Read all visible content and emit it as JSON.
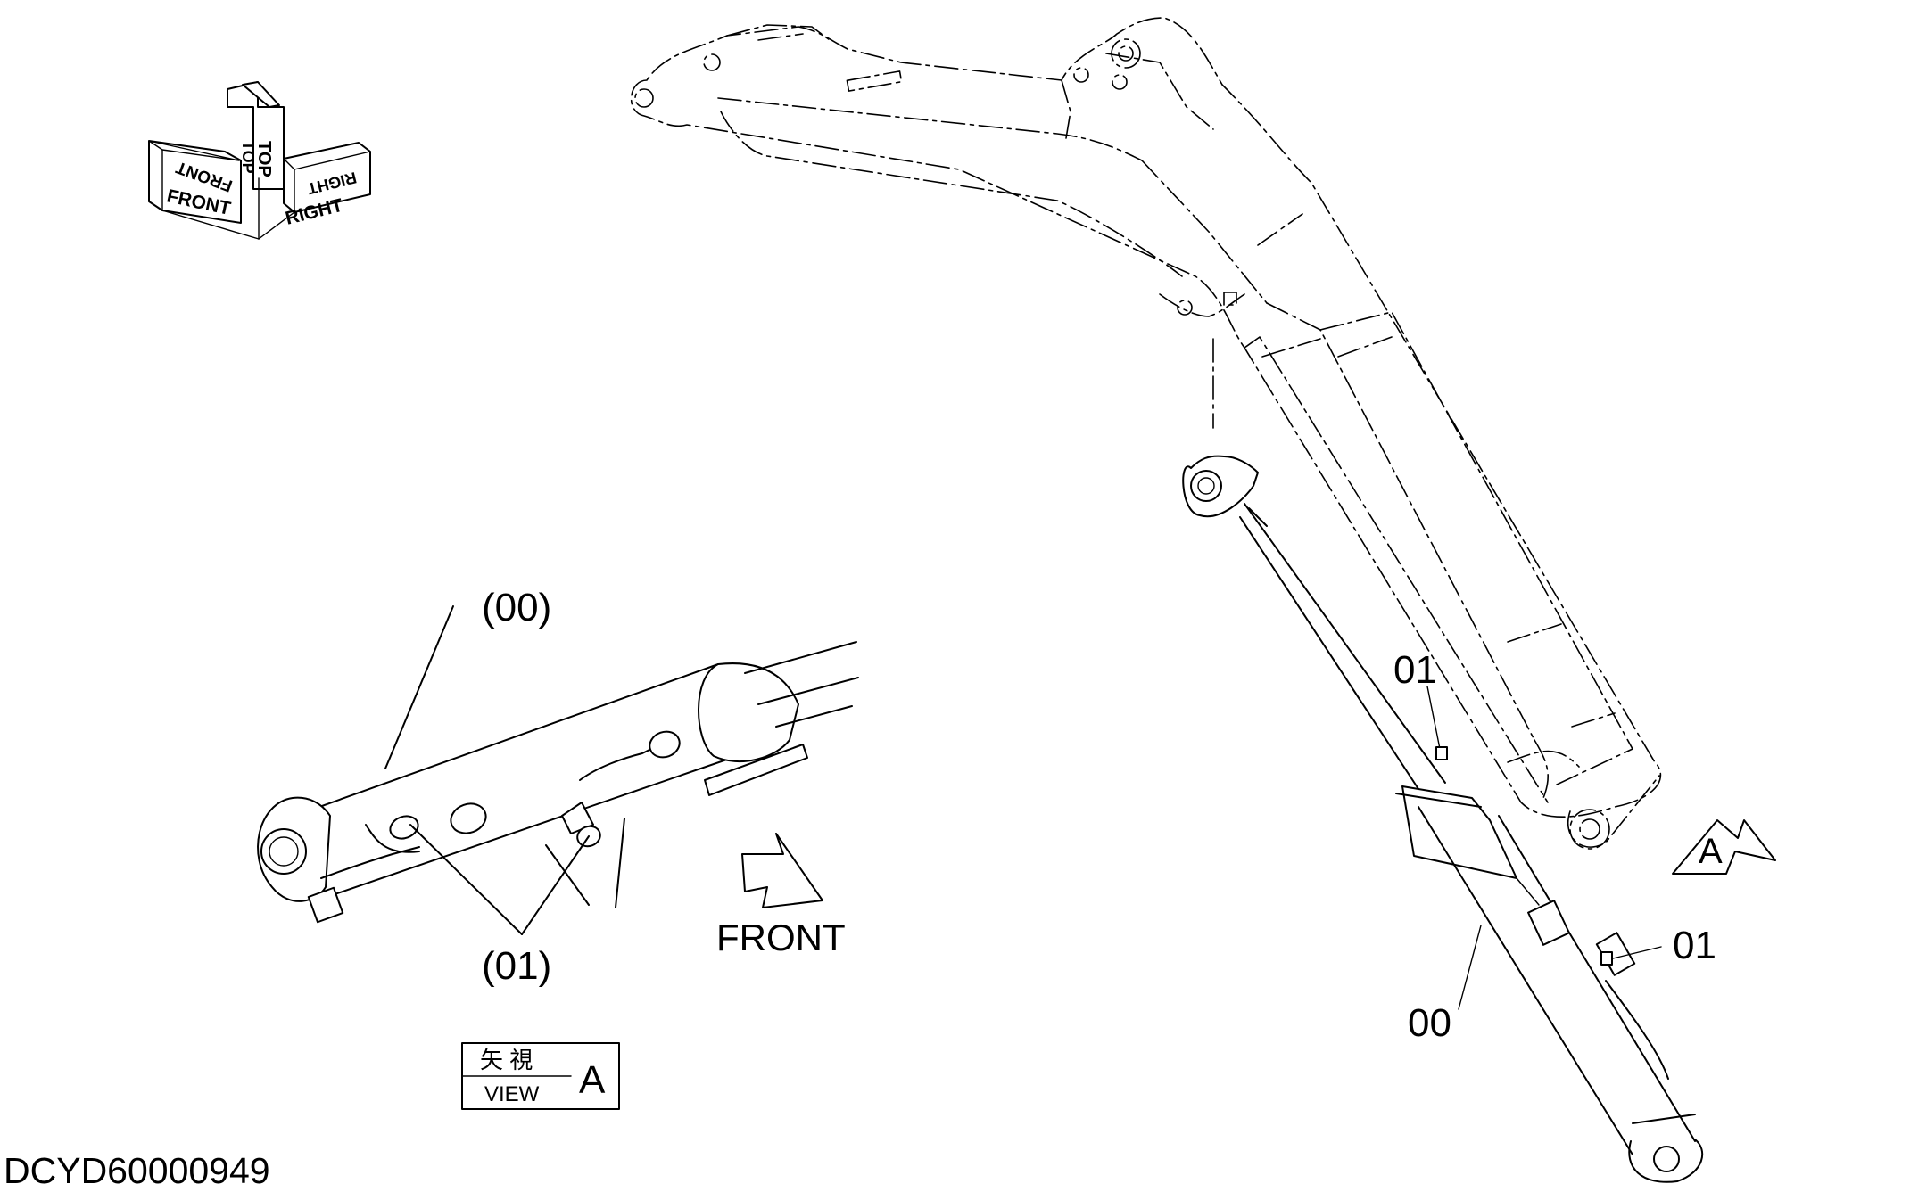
{
  "orientation_icon": {
    "front": "FRONT",
    "top": "TOP",
    "right": "RIGHT"
  },
  "detail_view": {
    "cylinder_label": "(00)",
    "fitting_label": "(01)",
    "front_indicator": "FRONT"
  },
  "view_box": {
    "kanji": "矢 視",
    "view_word": "VIEW",
    "letter": "A"
  },
  "main_view": {
    "fitting_label_upper": "01",
    "fitting_label_lower": "01",
    "cylinder_label": "00",
    "view_marker": "A"
  },
  "document_id": "DCYD60000949"
}
